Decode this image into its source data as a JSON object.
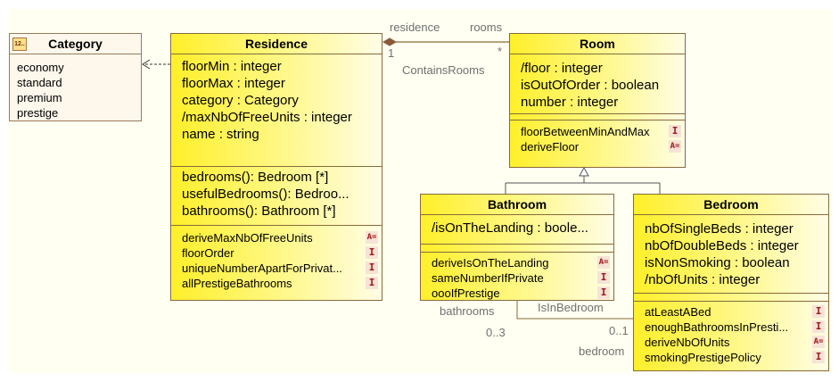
{
  "classes": {
    "category": {
      "title": "Category",
      "icon_text": "12..",
      "literals": [
        "economy",
        "standard",
        "premium",
        "prestige"
      ]
    },
    "residence": {
      "title": "Residence",
      "attributes": [
        "floorMin : integer",
        "floorMax : integer",
        "category : Category",
        "/maxNbOfFreeUnits : integer",
        "name : string"
      ],
      "operations": [
        "bedrooms(): Bedroom [*]",
        "usefulBedrooms(): Bedroo...",
        "bathrooms(): Bathroom [*]"
      ],
      "constraints": [
        {
          "name": "deriveMaxNbOfFreeUnits",
          "icon": "A="
        },
        {
          "name": "floorOrder",
          "icon": "I"
        },
        {
          "name": "uniqueNumberApartForPrivat...",
          "icon": "I"
        },
        {
          "name": "allPrestigeBathrooms",
          "icon": "I"
        }
      ]
    },
    "room": {
      "title": "Room",
      "attributes": [
        "/floor : integer",
        "isOutOfOrder : boolean",
        "number : integer"
      ],
      "constraints": [
        {
          "name": "floorBetweenMinAndMax",
          "icon": "I"
        },
        {
          "name": "deriveFloor",
          "icon": "A="
        }
      ]
    },
    "bathroom": {
      "title": "Bathroom",
      "attributes": [
        "/isOnTheLanding : boole..."
      ],
      "constraints": [
        {
          "name": "deriveIsOnTheLanding",
          "icon": "A="
        },
        {
          "name": "sameNumberIfPrivate",
          "icon": "I"
        },
        {
          "name": "oooIfPrestige",
          "icon": "I"
        }
      ]
    },
    "bedroom": {
      "title": "Bedroom",
      "attributes": [
        "nbOfSingleBeds : integer",
        "nbOfDoubleBeds : integer",
        "isNonSmoking : boolean",
        "/nbOfUnits : integer"
      ],
      "constraints": [
        {
          "name": "atLeastABed",
          "icon": "I"
        },
        {
          "name": "enoughBathroomsInPresti...",
          "icon": "I"
        },
        {
          "name": "deriveNbOfUnits",
          "icon": "A="
        },
        {
          "name": "smokingPrestigePolicy",
          "icon": "I"
        }
      ]
    }
  },
  "associations": {
    "contains_rooms": {
      "name": "ContainsRooms",
      "end_a_role": "residence",
      "end_a_mult": "1",
      "end_b_role": "rooms",
      "end_b_mult": "*"
    },
    "is_in_bedroom": {
      "name": "IsInBedroom",
      "end_a_role": "bathrooms",
      "end_a_mult": "0..3",
      "end_b_role": "bedroom",
      "end_b_mult": "0..1"
    }
  },
  "colors": {
    "class_fill": "#ffef2a",
    "border": "#8a6a3a",
    "constraint_icon_text": "#a01818"
  }
}
